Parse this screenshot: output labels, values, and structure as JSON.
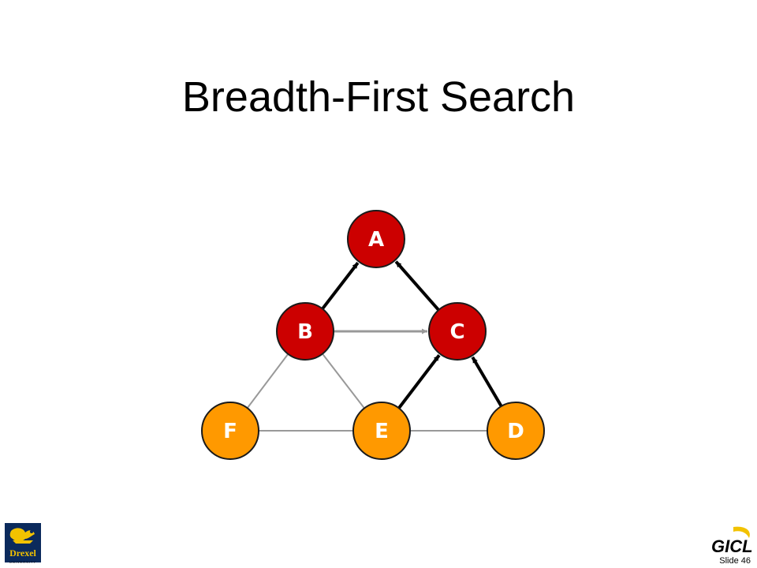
{
  "slide": {
    "title": "Breadth-First Search",
    "slide_number": "Slide 46"
  },
  "graph": {
    "nodes": [
      {
        "id": "A",
        "label": "A",
        "state": "visited"
      },
      {
        "id": "B",
        "label": "B",
        "state": "visited"
      },
      {
        "id": "C",
        "label": "C",
        "state": "visited"
      },
      {
        "id": "F",
        "label": "F",
        "state": "unvisited"
      },
      {
        "id": "E",
        "label": "E",
        "state": "unvisited"
      },
      {
        "id": "D",
        "label": "D",
        "state": "unvisited"
      }
    ],
    "edges": [
      {
        "from": "B",
        "to": "A",
        "style": "tree-arrow"
      },
      {
        "from": "C",
        "to": "A",
        "style": "tree-arrow"
      },
      {
        "from": "B",
        "to": "C",
        "style": "gray-arrow"
      },
      {
        "from": "E",
        "to": "C",
        "style": "tree-arrow"
      },
      {
        "from": "D",
        "to": "C",
        "style": "tree-arrow"
      },
      {
        "from": "B",
        "to": "F",
        "style": "gray-line"
      },
      {
        "from": "B",
        "to": "E",
        "style": "gray-line"
      },
      {
        "from": "F",
        "to": "E",
        "style": "gray-line"
      },
      {
        "from": "E",
        "to": "D",
        "style": "gray-line"
      }
    ],
    "colors": {
      "visited_fill": "#cc0000",
      "unvisited_fill": "#ff9900",
      "node_stroke": "#1a1a1a",
      "tree_edge": "#000000",
      "gray_edge": "#999999"
    }
  },
  "logos": {
    "left": {
      "text": "Drexel",
      "subtext": "UNIVERSITY",
      "color": "#f2c200",
      "bg": "#0b2a5c"
    },
    "right": {
      "text": "GICL",
      "color": "#000000",
      "accent": "#f2c200"
    }
  }
}
